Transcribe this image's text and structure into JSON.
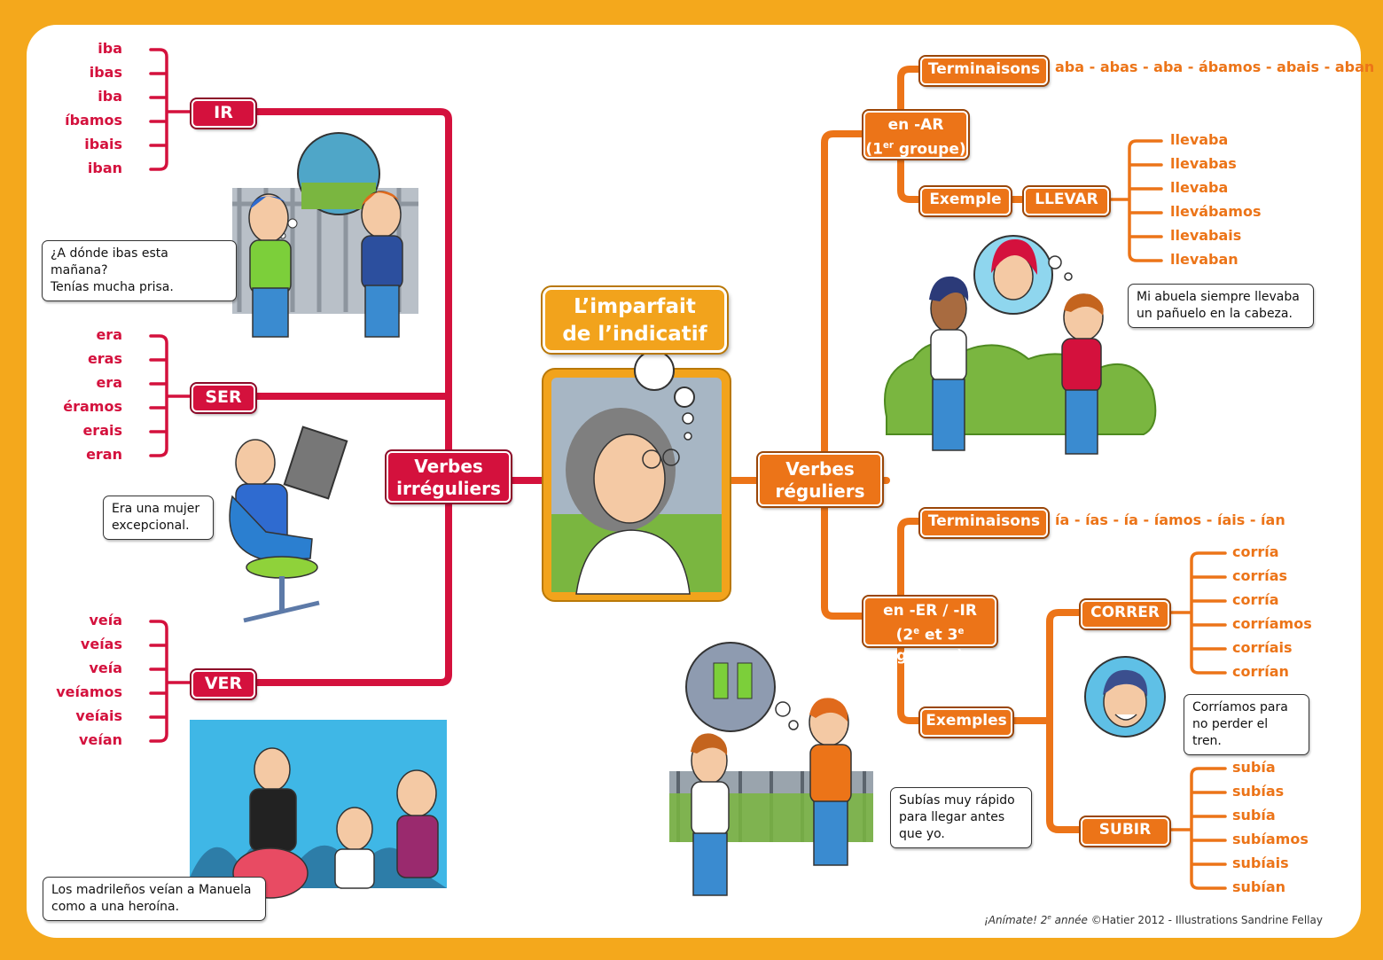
{
  "title": {
    "line1": "L’imparfait",
    "line2": "de l’indicatif"
  },
  "irregular": {
    "label_line1": "Verbes",
    "label_line2": "irréguliers",
    "verbs": [
      {
        "name": "IR",
        "forms": [
          "iba",
          "ibas",
          "iba",
          "íbamos",
          "ibais",
          "iban"
        ]
      },
      {
        "name": "SER",
        "forms": [
          "era",
          "eras",
          "era",
          "éramos",
          "erais",
          "eran"
        ]
      },
      {
        "name": "VER",
        "forms": [
          "veía",
          "veías",
          "veía",
          "veíamos",
          "veíais",
          "veían"
        ]
      }
    ]
  },
  "regular": {
    "label_line1": "Verbes",
    "label_line2": "réguliers",
    "ar": {
      "label_line1": "en -AR",
      "label_pre": "(1",
      "label_sup": "er",
      "label_post": " groupe)",
      "terminaisons_label": "Terminaisons",
      "terminaisons": "aba - abas - aba - ábamos - abais - aban",
      "exemple_label": "Exemple",
      "verb": "LLEVAR",
      "forms": [
        "llevaba",
        "llevabas",
        "llevaba",
        "llevábamos",
        "llevabais",
        "llevaban"
      ]
    },
    "er": {
      "label_line1": "en -ER / -IR",
      "label_a": "(2",
      "label_sup_a": "e",
      "label_b": " et 3",
      "label_sup_b": "e",
      "label_c": " groupe)",
      "terminaisons_label": "Terminaisons",
      "terminaisons": "ía - ías - ía - íamos - íais - ían",
      "exemples_label": "Exemples",
      "verbs": [
        {
          "name": "CORRER",
          "forms": [
            "corría",
            "corrías",
            "corría",
            "corríamos",
            "corríais",
            "corrían"
          ]
        },
        {
          "name": "SUBIR",
          "forms": [
            "subía",
            "subías",
            "subía",
            "subíamos",
            "subíais",
            "subían"
          ]
        }
      ]
    }
  },
  "bubbles": {
    "ir_l1": "¿A dónde ibas esta mañana?",
    "ir_l2": "Tenías mucha prisa.",
    "ser_l1": "Era una mujer",
    "ser_l2": "excepcional.",
    "ver_l1": "Los madrileños veían a Manuela",
    "ver_l2": "como a una heroína.",
    "llevar_l1": "Mi abuela siempre llevaba",
    "llevar_l2": "un pañuelo en la cabeza.",
    "correr_l1": "Corríamos para",
    "correr_l2": "no perder el tren.",
    "subir_l1": "Subías muy rápido",
    "subir_l2": "para llegar antes",
    "subir_l3": "que yo."
  },
  "credit": {
    "book": "¡Anímate! 2",
    "sup": "e",
    "book_post": " année",
    "rest": " ©Hatier 2012 - Illustrations Sandrine Fellay"
  },
  "colors": {
    "red": "#d4113d",
    "orange": "#ec7418",
    "gold": "#f2a31c",
    "background": "#f4a81c"
  }
}
